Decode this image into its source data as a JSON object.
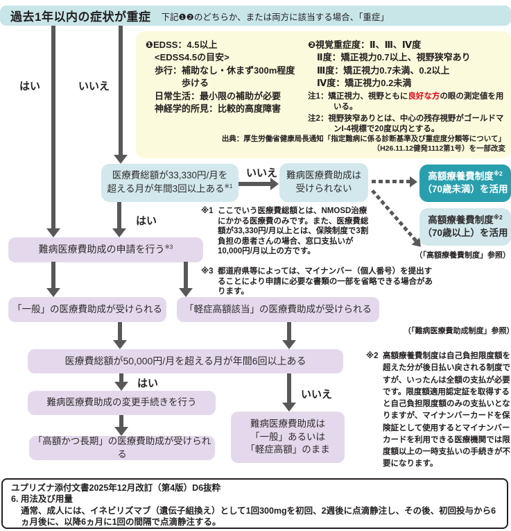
{
  "colors": {
    "header_bg": "#c8e5e8",
    "criteria_bg": "#fcfadc",
    "blue_box": "#d2e8ec",
    "teal_box": "#299fae",
    "purple_box": "#e4d9ec",
    "arrow": "#595757",
    "highlight_red": "#e60012"
  },
  "header": {
    "title": "過去1年以内の症状が重症",
    "subtitle": "下記❶❷のどちらか、または両方に該当する場合、「重症」"
  },
  "criteria": {
    "edss": {
      "heading": "❶EDSS：4.5以上",
      "guide": "<EDSS4.5の目安>",
      "walk1": "歩行：補助なし・休まず300m程度",
      "walk2": "歩ける",
      "daily": "日常生活：最小限の補助が必要",
      "neuro": "神経学的所見：比較的高度障害"
    },
    "vision": {
      "heading": "❷視覚重症度：Ⅱ、Ⅲ、Ⅳ度",
      "grade2": "Ⅱ度：矯正視力0.7以上、視野狭窄あり",
      "grade3": "Ⅲ度：矯正視力0.7未満、0.2以上",
      "grade4": "Ⅳ度：矯正視力0.2未満",
      "note1_pre": "注1：矯正視力、視野ともに",
      "note1_red": "良好な方",
      "note1_post": "の眼の測定値を用いる。",
      "note2": "注2：視野狭窄ありとは、中心の残存視野がゴールドマンI-4視標で20度以内とする。"
    },
    "source_line1": "出典：厚生労働省健康局長通知「指定難病に係る診断基準及び重症度分類等について」",
    "source_line2": "（H26.11.12健発1112第1号）を一部改変"
  },
  "flow": {
    "label_yes1": "はい",
    "label_no1": "いいえ",
    "label_no2": "いいえ",
    "label_yes2": "はい",
    "label_yes3": "はい",
    "label_no3": "いいえ",
    "box_total33": {
      "line1": "医療費総額が33,330円/月を",
      "line2": "超える月が年間3回以上ある",
      "sup": "※1"
    },
    "box_no_subsidy": {
      "line1": "難病医療費助成は",
      "line2": "受けられない"
    },
    "box_kogaku_under70": {
      "line1": "高額療養費制度",
      "sup": "※2",
      "line2": "（70歳未満）を活用"
    },
    "box_kogaku_over70": {
      "line1": "高額療養費制度",
      "sup": "※2",
      "line2": "（70歳以上）を活用"
    },
    "ref_kogaku": "（「高額療養費制度」参照）",
    "box_apply": {
      "text": "難病医療費助成の申請を行う",
      "sup": "※3"
    },
    "box_general": "「一般」の医療費助成が受けられる",
    "box_keisho": "「軽症高額該当」の医療費助成が受けられる",
    "ref_nanbyo": "（「難病医療費助成制度」参照）",
    "box_total50": "医療費総額が50,000円/月を超える月が年間6回以上ある",
    "box_change": "難病医療費助成の変更手続きを行う",
    "box_kogaku_chouki": "「高額かつ長期」の医療費助成が受けられる",
    "box_stay": {
      "line1": "難病医療費助成は",
      "line2": "「一般」あるいは",
      "line3": "「軽症高額」のまま"
    }
  },
  "notes": {
    "note1_label": "※1",
    "note1_text": "ここでいう医療費総額とは、NMOSD治療にかかる医療費のみです。また、医療費総額が33,330円/月以上とは、保険制度で3割負担の患者さんの場合、窓口支払いが10,000円/月以上の方です。",
    "note3_label": "※3",
    "note3_text": "都道府県等によっては、マイナンバー（個人番号）を提出することにより申請に必要な書類の一部を省略できる場合があります。",
    "note2_label": "※2",
    "note2_text": "高額療養費制度は自己負担限度額を超えた分が後日払い戻される制度ですが、いったんは全額の支払が必要です。限度額適用認定証を取得すると自己負担限度額のみの支払いとなりますが、マイナンバーカードを保険証として使用するとマイナンバーカードを利用できる医療機関では限度額以上の一時支払いの手続きが不要になります。"
  },
  "footer": {
    "line1": "ユプリズナ添付文書2025年12月改訂（第4版）D6抜粋",
    "line2": "6. 用法及び用量",
    "line3": "通常、成人には、イネビリズマブ（遺伝子組換え）として1回300mgを初回、2週後に点滴静注し、その後、初回投与から6ヵ月後に、以降6ヵ月に1回の間隔で点滴静注する。"
  }
}
